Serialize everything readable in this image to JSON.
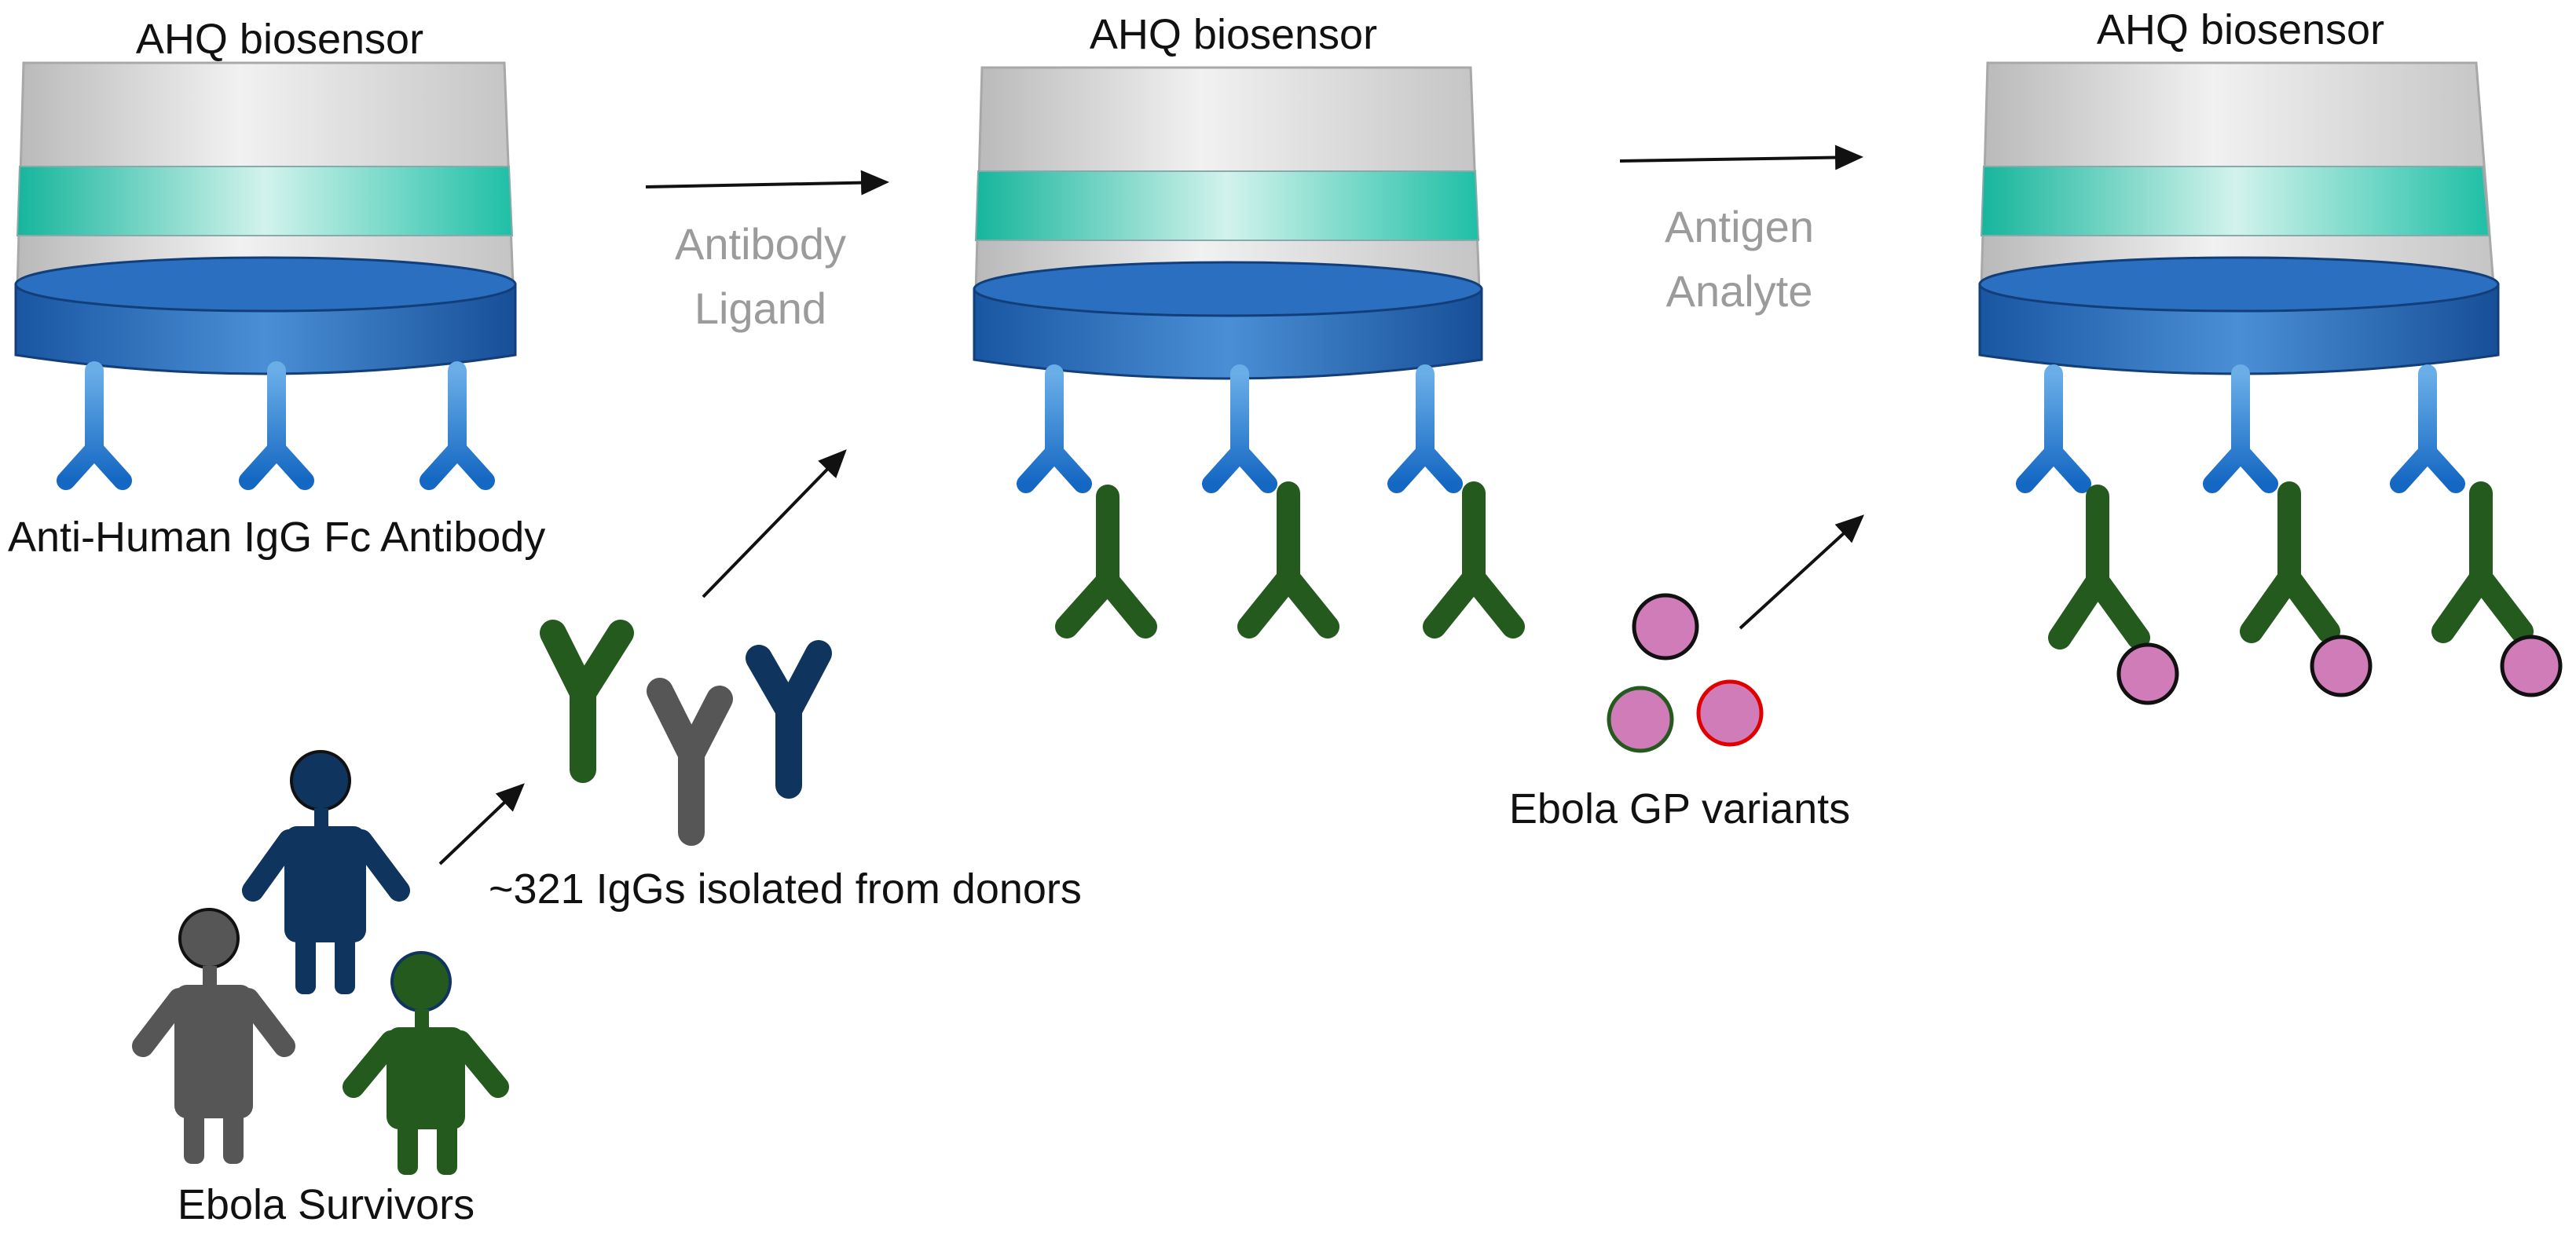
{
  "labels": {
    "sensor_1": "AHQ biosensor",
    "sensor_2": "AHQ biosensor",
    "sensor_3": "AHQ biosensor",
    "capture_antibody": "Anti-Human IgG Fc Antibody",
    "step_1_line1": "Antibody",
    "step_1_line2": "Ligand",
    "step_2_line1": "Antigen",
    "step_2_line2": "Analyte",
    "igg_source": "~321 IgGs isolated from donors",
    "donors": "Ebola Survivors",
    "antigens": "Ebola GP variants"
  },
  "colors": {
    "capture_antibody": "#1a7fd0",
    "ligand_antibody": "#255a1e",
    "antigen_fill": "#cf7cb8",
    "survivor_navy": "#0f355f",
    "survivor_gray": "#565656",
    "survivor_green": "#255a1e",
    "sensor_band": "#1fc3a8",
    "sensor_base": "#1d5fb0"
  }
}
